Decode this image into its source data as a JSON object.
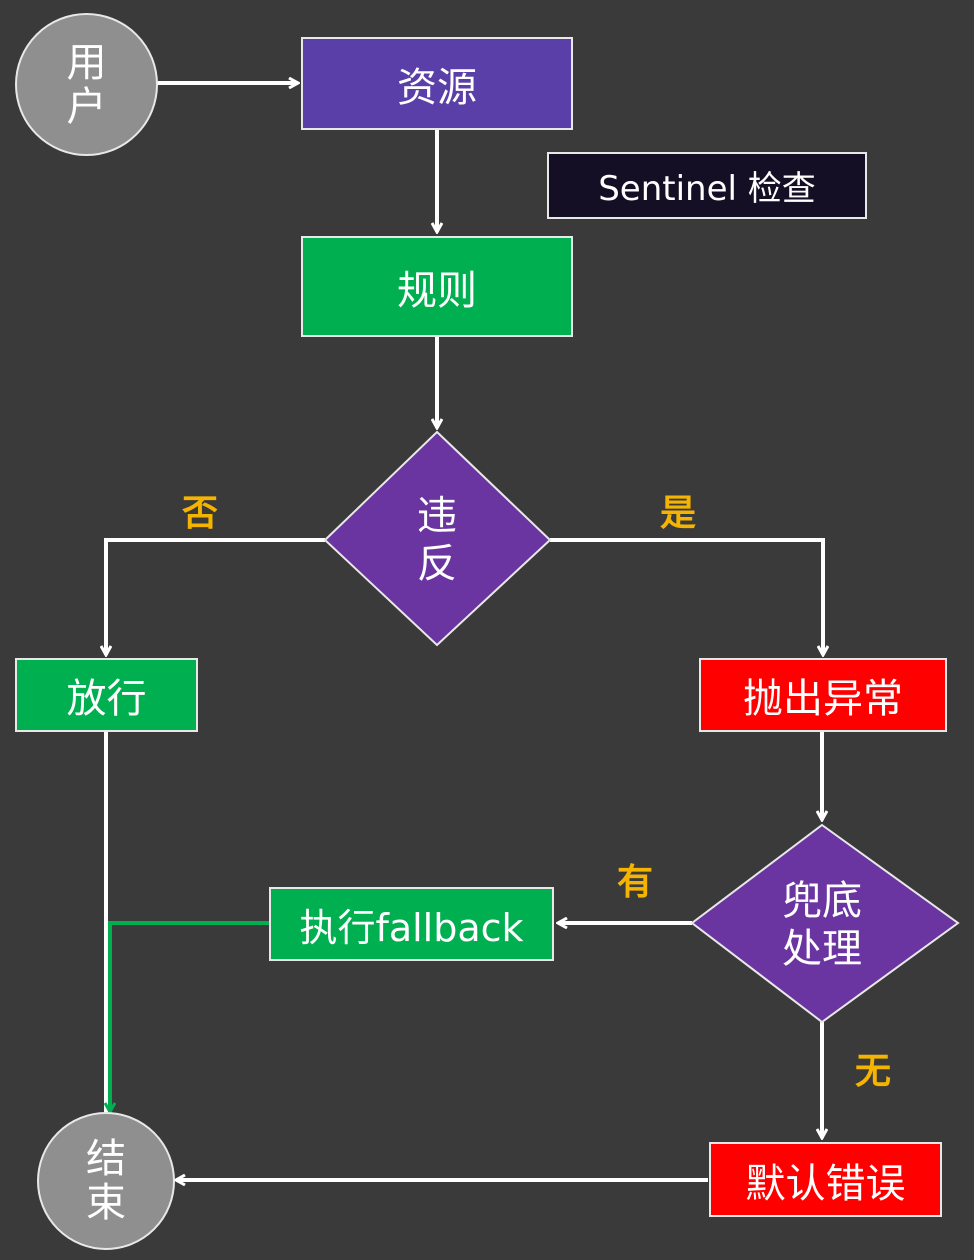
{
  "nodes": {
    "user": "用户",
    "resource": "资源",
    "sentinel_check": "Sentinel 检查",
    "rule": "规则",
    "violate": "违反",
    "pass": "放行",
    "throw_exception": "抛出异常",
    "fallback_handling": "兜底处理",
    "execute_fallback": "执行fallback",
    "default_error": "默认错误",
    "end": "结束"
  },
  "edge_labels": {
    "no": "否",
    "yes": "是",
    "has": "有",
    "none": "无"
  },
  "colors": {
    "background": "#3a3a3a",
    "purple": "#5b3fa8",
    "diamond": "#6a35a0",
    "green": "#00b050",
    "red": "#ff0000",
    "dark": "#150f26",
    "circle": "#8f8f8f",
    "label": "#f5b400"
  }
}
